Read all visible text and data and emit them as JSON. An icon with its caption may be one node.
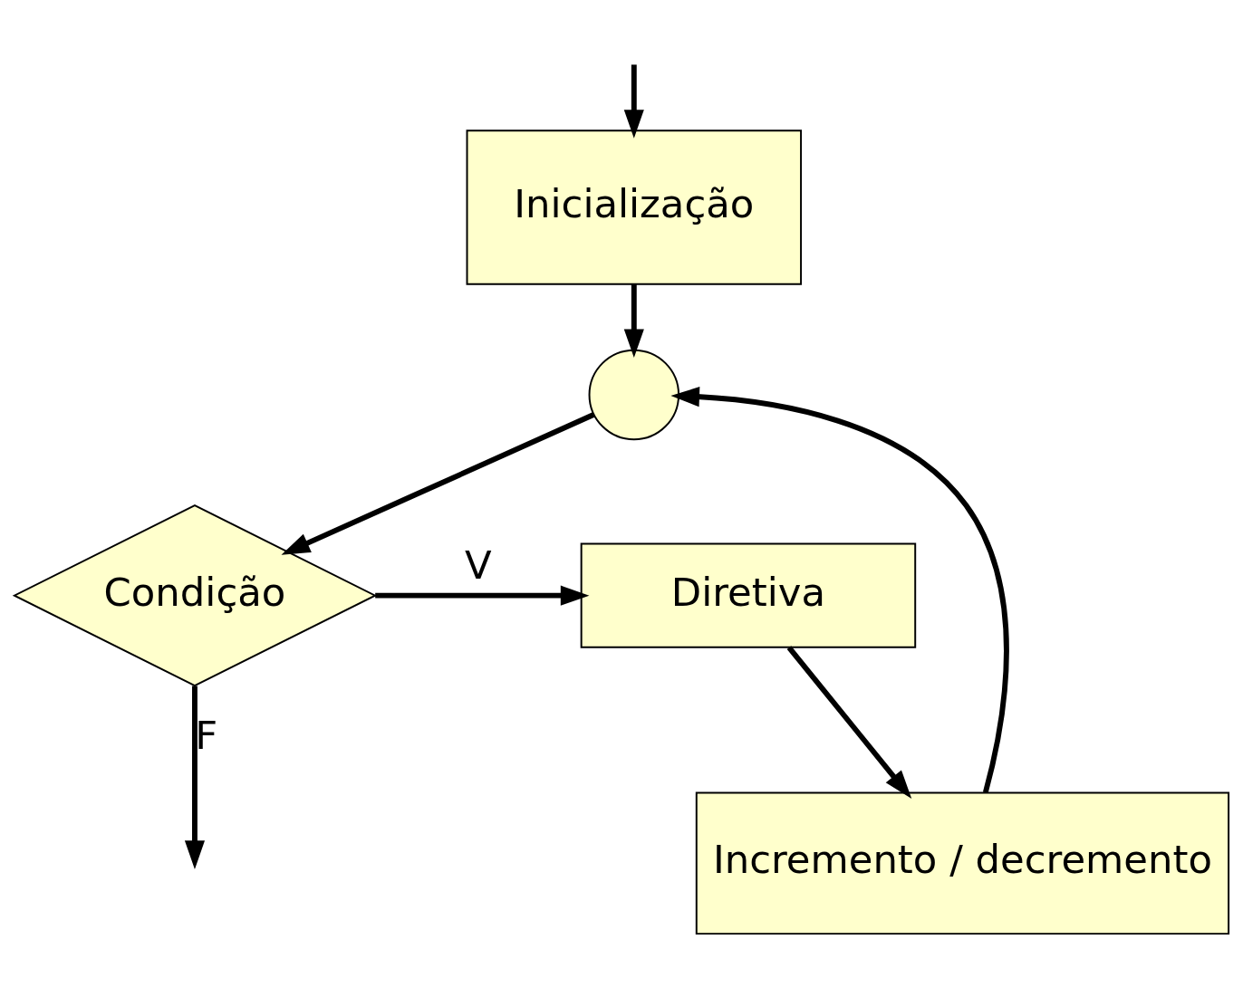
{
  "diagram": {
    "nodes": [
      {
        "text": [
          "Inicialização"
        ]
      },
      {
        "text": [],
        "shape": "circle"
      },
      {
        "text": [
          "Condição"
        ]
      },
      {
        "text": [
          "Diretiva"
        ]
      },
      {
        "text": [
          "Incremento / decremento"
        ]
      }
    ],
    "edges": [
      {
        "from": null,
        "to": 0,
        "arrow": "to"
      },
      {
        "from": 0,
        "to": 1,
        "arrow": "to"
      },
      {
        "from": 1,
        "to": 2,
        "arrow": "to"
      },
      {
        "from": 2,
        "to": 3,
        "arrow": "to",
        "label": "V"
      },
      {
        "from": 3,
        "to": 4,
        "arrow": "to"
      },
      {
        "from": 4,
        "to": 1,
        "arrow": "to"
      },
      {
        "from": 2,
        "to": null,
        "arrow": "to",
        "label": "F"
      }
    ]
  }
}
